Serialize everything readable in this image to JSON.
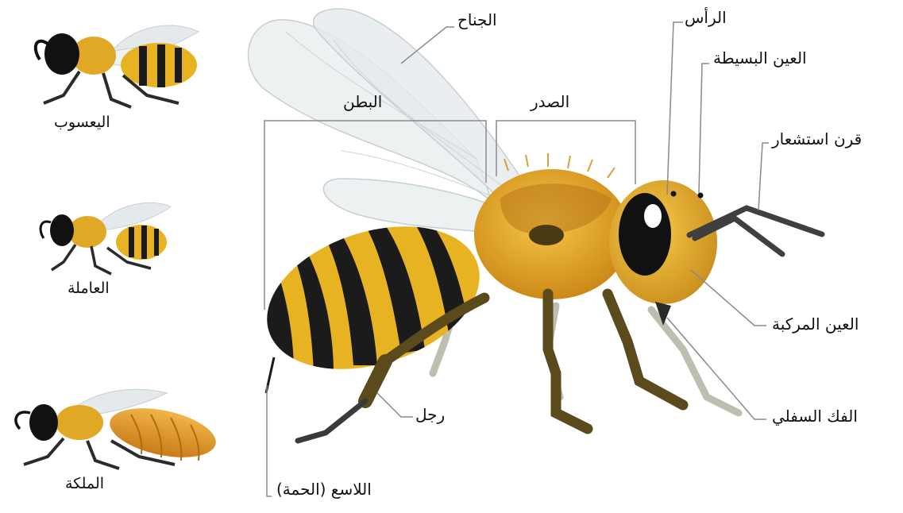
{
  "labels": {
    "wing": "الجناح",
    "head": "الرأس",
    "ocelli": "العين البسيطة",
    "abdomen": "البطن",
    "thorax": "الصدر",
    "antenna": "قرن استشعار",
    "compound_eye": "العين المركبة",
    "mandible": "الفك السفلي",
    "leg": "رجل",
    "stinger": "اللاسع (الحمة)"
  },
  "castes": {
    "drone": "اليعسوب",
    "worker": "العاملة",
    "queen": "الملكة"
  },
  "colors": {
    "yellow": "#e8b323",
    "orange": "#d98a1c",
    "black": "#1b1b1b",
    "wing": "#dfe7ea",
    "leader": "#8a8a8a",
    "leg": "#4d4119"
  }
}
